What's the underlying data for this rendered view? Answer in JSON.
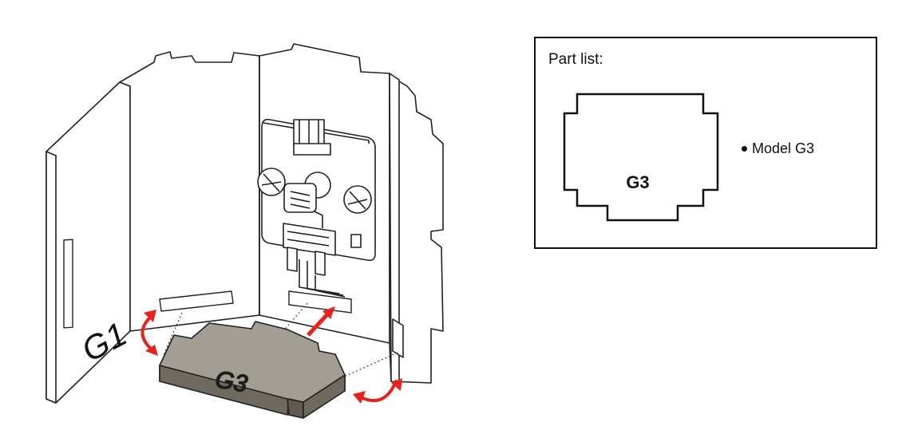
{
  "illustration": {
    "wall_label": "G1",
    "base_label": "G3"
  },
  "part_list": {
    "title": "Part list:",
    "part_label": "G3",
    "items": [
      "Model G3"
    ]
  },
  "colors": {
    "arrow": "#e8211c",
    "base_top": "#a39e93",
    "base_side": "#6e6a60",
    "outline": "#222222"
  }
}
